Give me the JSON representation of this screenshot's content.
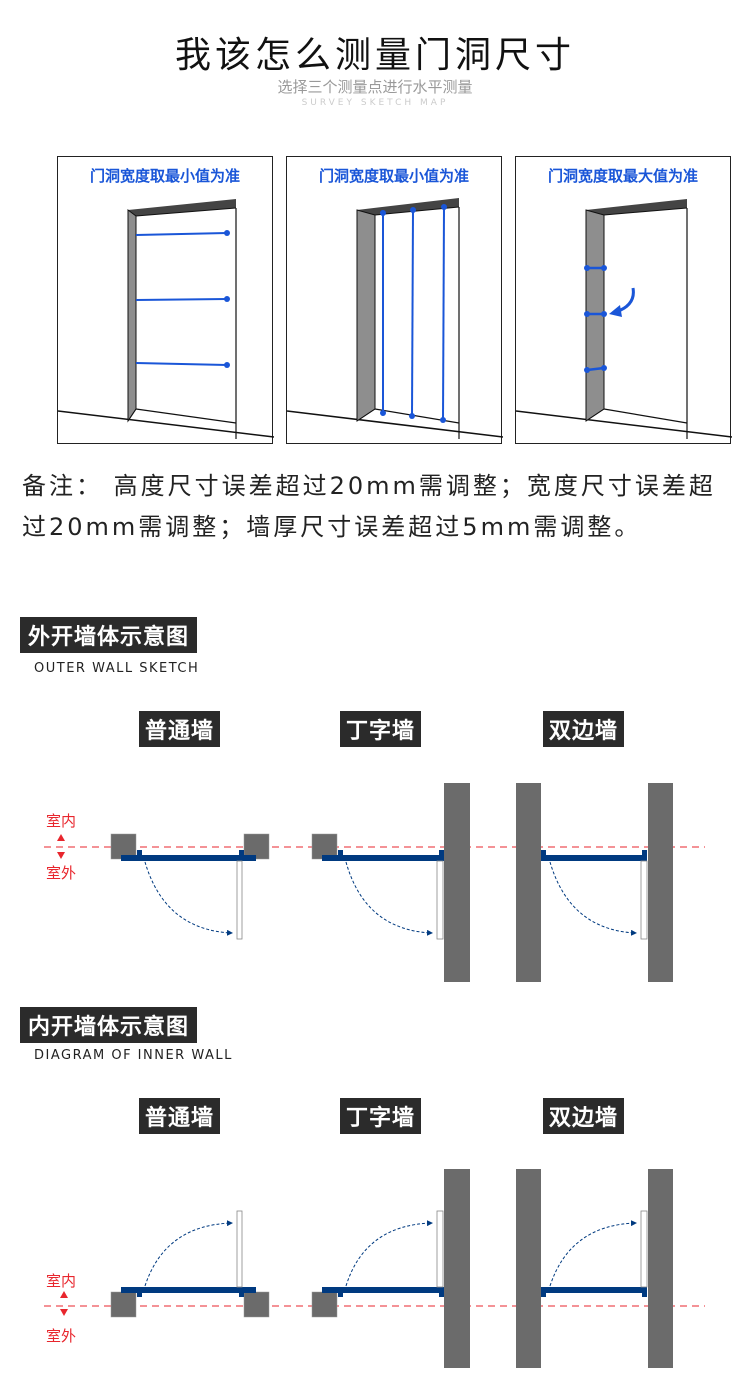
{
  "header": {
    "title": "我该怎么测量门洞尺寸",
    "subtitle": "选择三个测量点进行水平测量",
    "subtitle_en": "SURVEY SKETCH MAP"
  },
  "panels": [
    {
      "label": "门洞宽度取最小值为准",
      "type": "horizontal-width"
    },
    {
      "label": "门洞宽度取最小值为准",
      "type": "vertical-height"
    },
    {
      "label": "门洞宽度取最大值为准",
      "type": "wall-thickness"
    }
  ],
  "note": {
    "text": "备注：  高度尺寸误差超过20mm需调整；宽度尺寸误差超过20mm需调整；墙厚尺寸误差超过5mm需调整。"
  },
  "outer_section": {
    "title": "外开墙体示意图",
    "subtitle": "OUTER WALL SKETCH",
    "walls": [
      {
        "label": "普通墙"
      },
      {
        "label": "丁字墙"
      },
      {
        "label": "双边墙"
      }
    ],
    "indoor_label": "室内",
    "outdoor_label": "室外"
  },
  "inner_section": {
    "title": "内开墙体示意图",
    "subtitle": "DIAGRAM OF INNER WALL",
    "walls": [
      {
        "label": "普通墙"
      },
      {
        "label": "丁字墙"
      },
      {
        "label": "双边墙"
      }
    ],
    "indoor_label": "室内",
    "outdoor_label": "室外"
  },
  "colors": {
    "measure_blue": "#1a56d8",
    "frame_navy": "#003a80",
    "wall_gray": "#6b6b6b",
    "dash_red": "#e8262d"
  }
}
